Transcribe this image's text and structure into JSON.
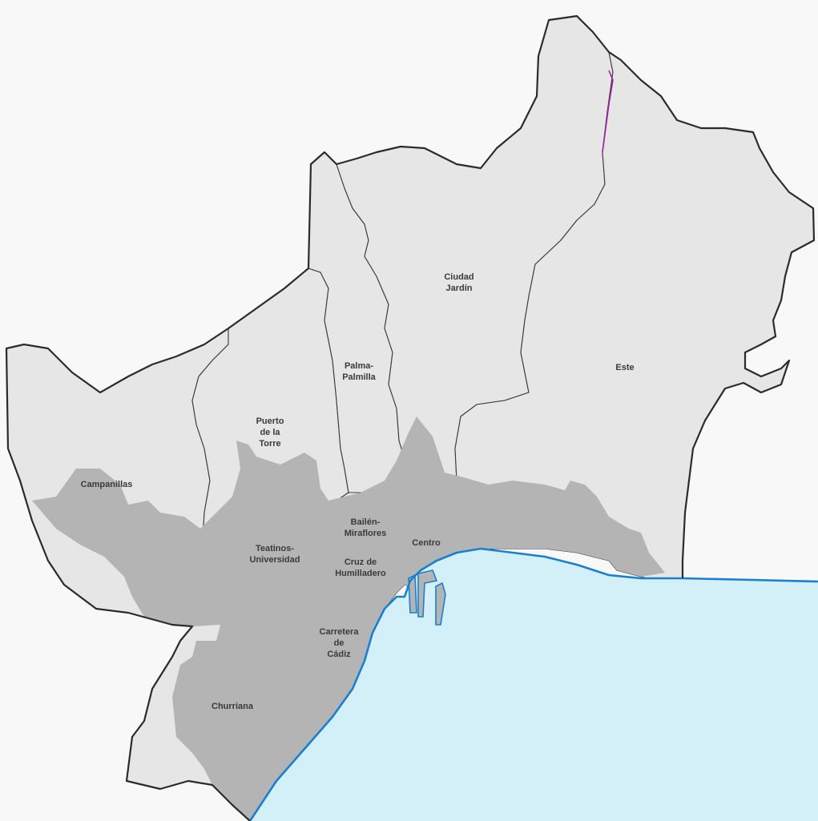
{
  "colors": {
    "background": "#f8f8f8",
    "district_fill": "#e6e6e6",
    "urban_fill": "#b4b4b4",
    "sea_fill": "#d3f0f8",
    "coast_stroke": "#1a7fd2",
    "border_stroke": "#2b2b2b",
    "northeast_border": "#a020a0"
  },
  "districts": [
    {
      "id": "campanillas",
      "lines": [
        "Campanillas"
      ]
    },
    {
      "id": "puerto-de-la-torre",
      "lines": [
        "Puerto",
        "de la",
        "Torre"
      ]
    },
    {
      "id": "palma-palmilla",
      "lines": [
        "Palma-",
        "Palmilla"
      ]
    },
    {
      "id": "ciudad-jardin",
      "lines": [
        "Ciudad",
        "Jardín"
      ]
    },
    {
      "id": "este",
      "lines": [
        "Este"
      ]
    },
    {
      "id": "bailen-miraflores",
      "lines": [
        "Bailén-",
        "Miraflores"
      ]
    },
    {
      "id": "teatinos-universidad",
      "lines": [
        "Teatinos-",
        "Universidad"
      ]
    },
    {
      "id": "cruz-de-humilladero",
      "lines": [
        "Cruz de",
        "Humilladero"
      ]
    },
    {
      "id": "centro",
      "lines": [
        "Centro"
      ]
    },
    {
      "id": "carretera-de-cadiz",
      "lines": [
        "Carretera",
        "de",
        "Cádiz"
      ]
    },
    {
      "id": "churriana",
      "lines": [
        "Churriana"
      ]
    }
  ]
}
